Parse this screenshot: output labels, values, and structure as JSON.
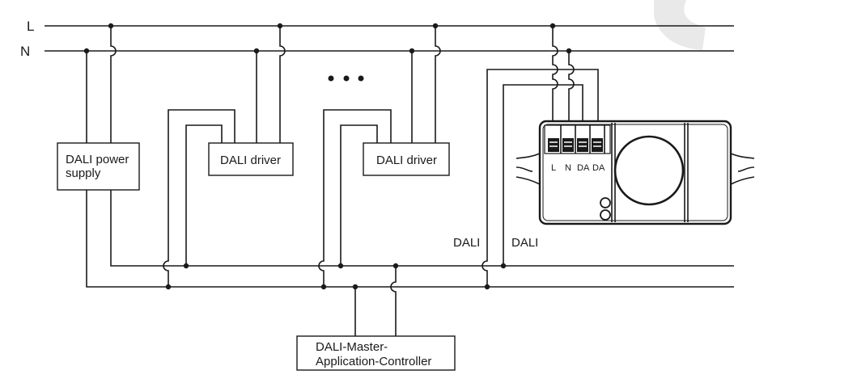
{
  "diagram": {
    "type": "wiring-diagram",
    "rails": {
      "line": "L",
      "neutral": "N"
    },
    "ellipsis": "• • •",
    "components": {
      "power_supply": [
        "DALI power",
        "supply"
      ],
      "driver_1": "DALI driver",
      "driver_2": "DALI driver",
      "controller": [
        "DALI-Master-",
        "Application-Controller"
      ],
      "sensor_terminals": [
        "L",
        "N",
        "DA",
        "DA"
      ]
    },
    "bus_labels": [
      "DALI",
      "DALI"
    ],
    "watermark_color": "#e6e6e6",
    "line_color": "#1a1a1a"
  }
}
